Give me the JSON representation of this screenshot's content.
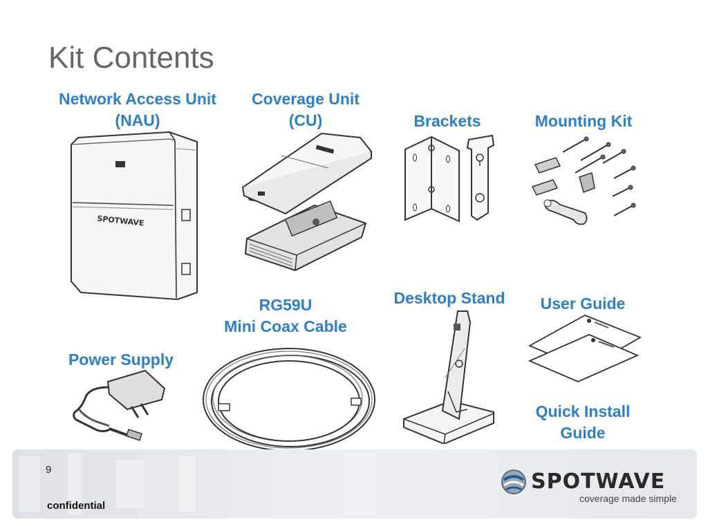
{
  "slide": {
    "title": "Kit Contents",
    "page_number": "9",
    "footer_note": "confidential"
  },
  "items": {
    "nau": {
      "line1": "Network Access Unit",
      "line2": "(NAU)"
    },
    "cu": {
      "line1": "Coverage Unit",
      "line2": "(CU)"
    },
    "brackets": {
      "line1": "Brackets"
    },
    "mounting_kit": {
      "line1": "Mounting Kit"
    },
    "coax": {
      "line1": "RG59U",
      "line2": "Mini Coax Cable"
    },
    "desktop_stand": {
      "line1": "Desktop Stand"
    },
    "user_guide": {
      "line1": "User Guide"
    },
    "power_supply": {
      "line1": "Power Supply"
    },
    "quick_install": {
      "line1": "Quick Install",
      "line2": "Guide"
    }
  },
  "device_brand": "SPOTWAVE",
  "brand": {
    "name": "SPOTWAVE",
    "tagline": "coverage made simple"
  },
  "colors": {
    "label_blue": "#2b7fd0",
    "title_gray": "#666666",
    "footer_bg": "#e7ebee"
  },
  "icons": [
    "nau-device-illustration",
    "coverage-unit-illustration",
    "bracket-illustration",
    "mounting-kit-illustration",
    "coax-cable-illustration",
    "desktop-stand-illustration",
    "user-guide-illustration",
    "power-supply-illustration",
    "spotwave-logo-icon"
  ]
}
